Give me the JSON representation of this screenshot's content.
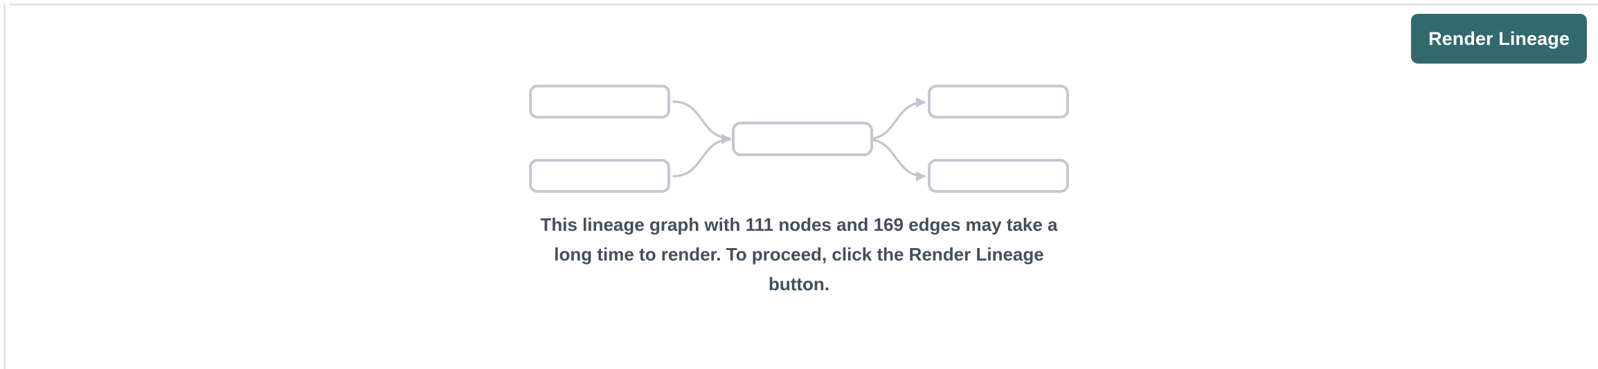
{
  "window": {
    "background_color": "#ffffff",
    "rule_color": "#e2e4e9"
  },
  "toolbar": {
    "render_lineage_label": "Render Lineage",
    "button_color": "#32696f",
    "button_text_color": "#ffffff"
  },
  "empty_state": {
    "message": "This lineage graph with 111 nodes and 169 edges may take a long time to render. To proceed, click the Render Lineage button.",
    "text_color": "#434e5e",
    "node_count": "111",
    "edge_count": "169",
    "graph_placeholder": {
      "stroke_color": "#c3c9d3",
      "edge_color": "#bfc6d1",
      "nodes": [
        {
          "id": "left-top",
          "column": "left",
          "row": "top"
        },
        {
          "id": "left-bottom",
          "column": "left",
          "row": "bottom"
        },
        {
          "id": "center",
          "column": "center",
          "row": "middle"
        },
        {
          "id": "right-top",
          "column": "right",
          "row": "top"
        },
        {
          "id": "right-bottom",
          "column": "right",
          "row": "bottom"
        }
      ],
      "edges": [
        {
          "from": "left-top",
          "to": "center"
        },
        {
          "from": "left-bottom",
          "to": "center"
        },
        {
          "from": "center",
          "to": "right-top"
        },
        {
          "from": "center",
          "to": "right-bottom"
        }
      ]
    }
  }
}
